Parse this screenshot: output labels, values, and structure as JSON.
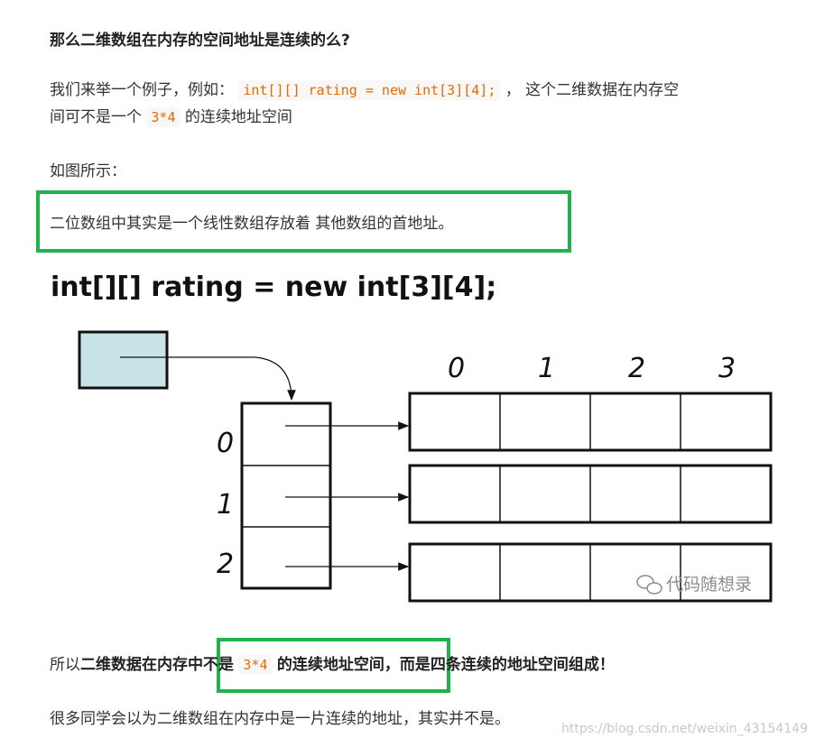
{
  "article": {
    "heading": "那么二维数组在内存的空间地址是连续的么?",
    "p1": {
      "before_code": "我们来举一个例子，例如： ",
      "code": "int[][] rating = new int[3][4];",
      "after_code": " ， 这个二维数据在内存空",
      "line2_before": "间可不是一个 ",
      "code2": "3*4",
      "line2_after": " 的连续地址空间"
    },
    "p2": "如图所示：",
    "highlight": "二位数组中其实是一个线性数组存放着 其他数组的首地址。",
    "conclusion": {
      "part1": "所以",
      "part2": "二维数据在内存中不是",
      "code": "3*4",
      "part3": "的连续地址空间，而是四条连续的地址空间组成！"
    },
    "last": "很多同学会以为二维数组在内存中是一片连续的地址，其实并不是。"
  },
  "diagram": {
    "code_title": "int[][] rating = new int[3][4];",
    "column_labels": [
      "0",
      "1",
      "2",
      "3"
    ],
    "row_labels": [
      "0",
      "1",
      "2"
    ],
    "watermark": "代码随想录",
    "box_fill": "#c8e4e8"
  },
  "footer": {
    "url": "https://blog.csdn.net/weixin_43154149"
  },
  "colors": {
    "highlight_border": "#22b14c",
    "inline_code": "#e96900"
  }
}
